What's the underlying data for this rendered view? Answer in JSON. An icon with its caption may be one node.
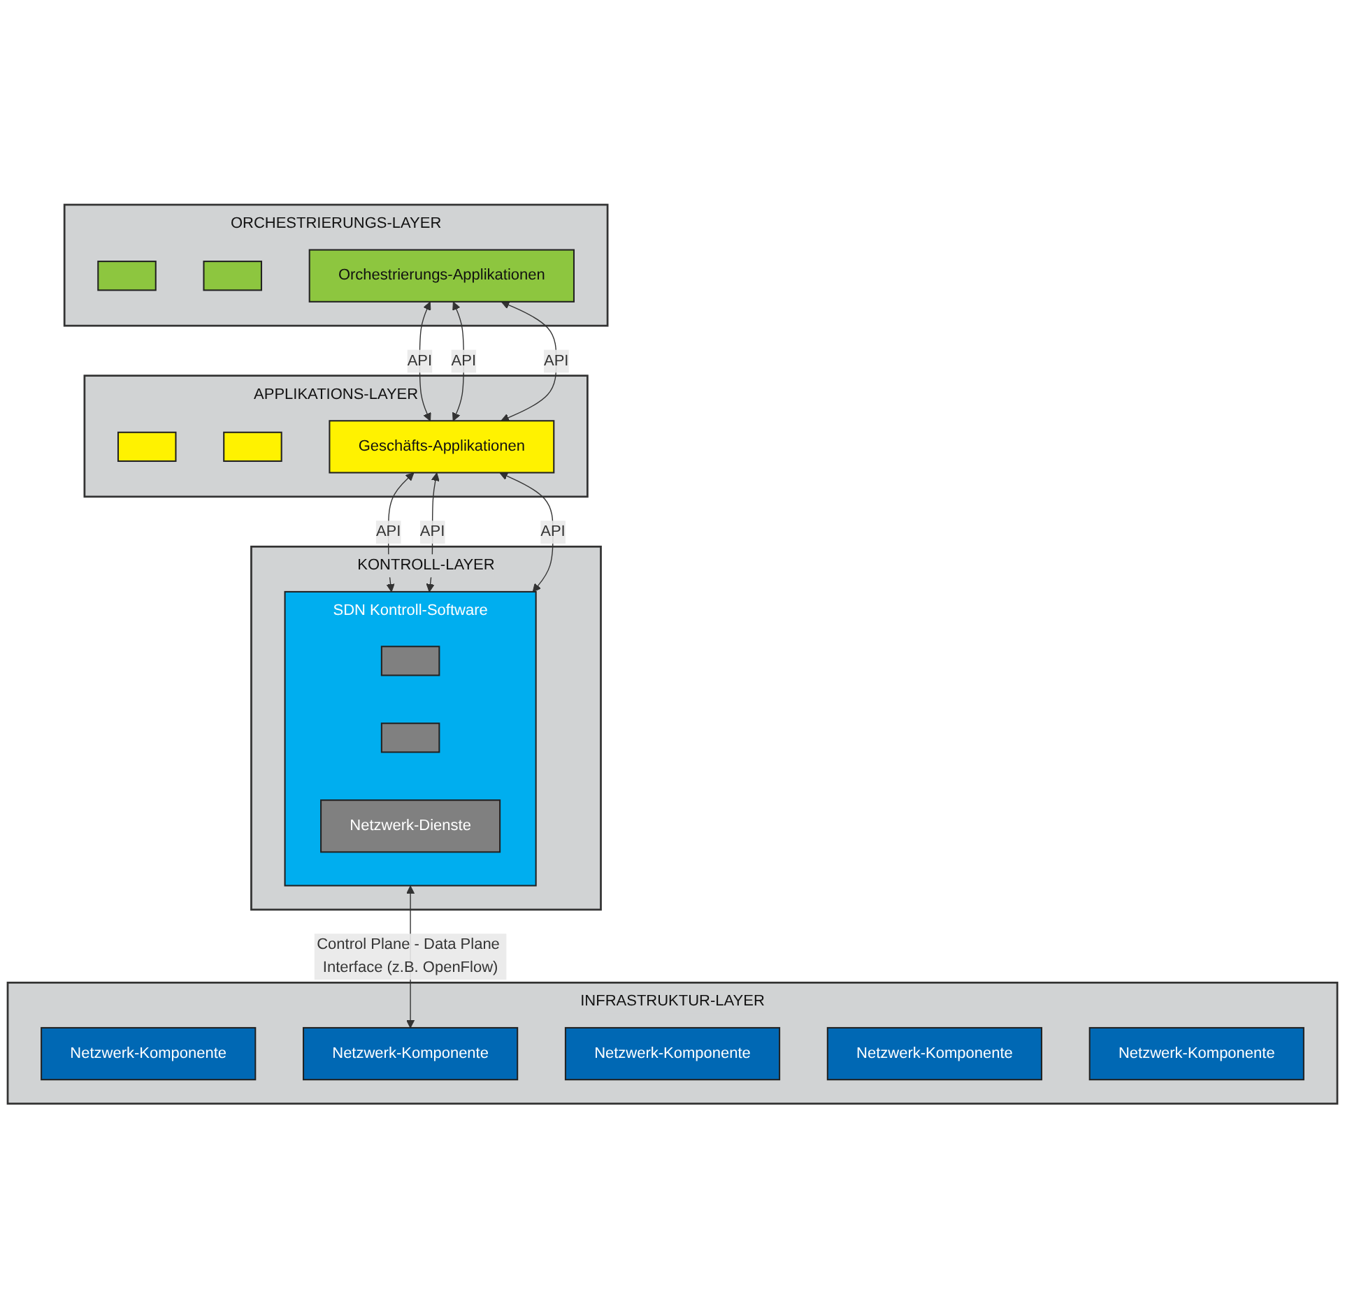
{
  "diagram": {
    "nodes": [
      {
        "text": [
          "ORCHESTRIERUNGS-LAYER"
        ]
      },
      {
        "text": [],
        "shape": "box",
        "in": 0
      },
      {
        "text": [],
        "shape": "box",
        "in": 0
      },
      {
        "text": [
          "Orchestrierungs-Applikationen"
        ],
        "in": 0
      },
      {
        "text": [
          "APPLIKATIONS-LAYER"
        ]
      },
      {
        "text": [],
        "shape": "box",
        "in": 4
      },
      {
        "text": [],
        "shape": "box",
        "in": 4
      },
      {
        "text": [
          "Geschäfts-Applikationen"
        ],
        "in": 4
      },
      {
        "text": [
          "KONTROLL-LAYER"
        ]
      },
      {
        "text": [
          "SDN Kontroll-Software"
        ],
        "in": 8
      },
      {
        "text": [],
        "shape": "box",
        "in": 9
      },
      {
        "text": [],
        "shape": "box",
        "in": 9
      },
      {
        "text": [
          "Netzwerk-Dienste"
        ],
        "in": 9
      },
      {
        "text": [
          "INFRASTRUKTUR-LAYER"
        ]
      },
      {
        "text": [
          "Netzwerk-Komponente"
        ],
        "in": 13
      },
      {
        "text": [
          "Netzwerk-Komponente"
        ],
        "in": 13
      },
      {
        "text": [
          "Netzwerk-Komponente"
        ],
        "in": 13
      },
      {
        "text": [
          "Netzwerk-Komponente"
        ],
        "in": 13
      },
      {
        "text": [
          "Netzwerk-Komponente"
        ],
        "in": 13
      }
    ],
    "edges": [
      {
        "from": 3,
        "to": 7,
        "arrow": "both",
        "label": "API"
      },
      {
        "from": 3,
        "to": 7,
        "arrow": "both",
        "label": "API"
      },
      {
        "from": 3,
        "to": 7,
        "arrow": "both",
        "label": "API"
      },
      {
        "from": 7,
        "to": 9,
        "arrow": "both",
        "label": "API"
      },
      {
        "from": 7,
        "to": 9,
        "arrow": "both",
        "label": "API"
      },
      {
        "from": 7,
        "to": 9,
        "arrow": "both",
        "label": "API"
      },
      {
        "from": 9,
        "to": 15,
        "arrow": "both",
        "label": "Control Plane - Data Plane Interface (z.B. OpenFlow)"
      }
    ]
  }
}
